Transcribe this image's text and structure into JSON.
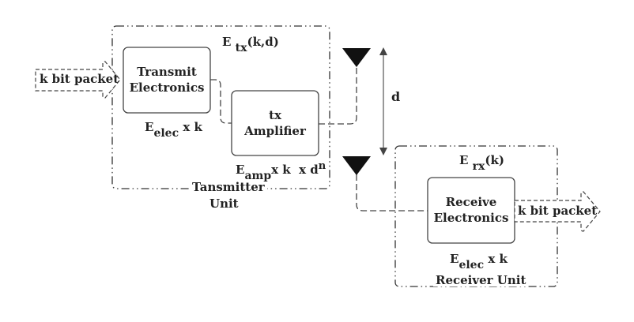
{
  "transmitter": {
    "unit_label_line1": "Tansmitter",
    "unit_label_line2": "Unit",
    "energy_label": {
      "base": "E",
      "sub": "tx",
      "rest": "(k,d)"
    },
    "transmit_electronics": {
      "line1": "Transmit",
      "line2": "Electronics"
    },
    "transmit_energy": {
      "base": "E",
      "sub": "elec",
      "rest": "x k"
    },
    "amplifier": {
      "line1": "tx",
      "line2": "Amplifier"
    },
    "amplifier_energy": {
      "base": "E",
      "sub": "amp",
      "rest": "x k  x d",
      "sup": "n"
    },
    "input_packet": "k bit packet"
  },
  "channel": {
    "distance_label": "d"
  },
  "receiver": {
    "unit_label": "Receiver Unit",
    "energy_label": {
      "base": "E",
      "sub": "rx",
      "rest": "(k)"
    },
    "receive_electronics": {
      "line1": "Receive",
      "line2": "Electronics"
    },
    "receive_energy": {
      "base": "E",
      "sub": "elec",
      "rest": "x k"
    },
    "output_packet": "k bit packet"
  }
}
